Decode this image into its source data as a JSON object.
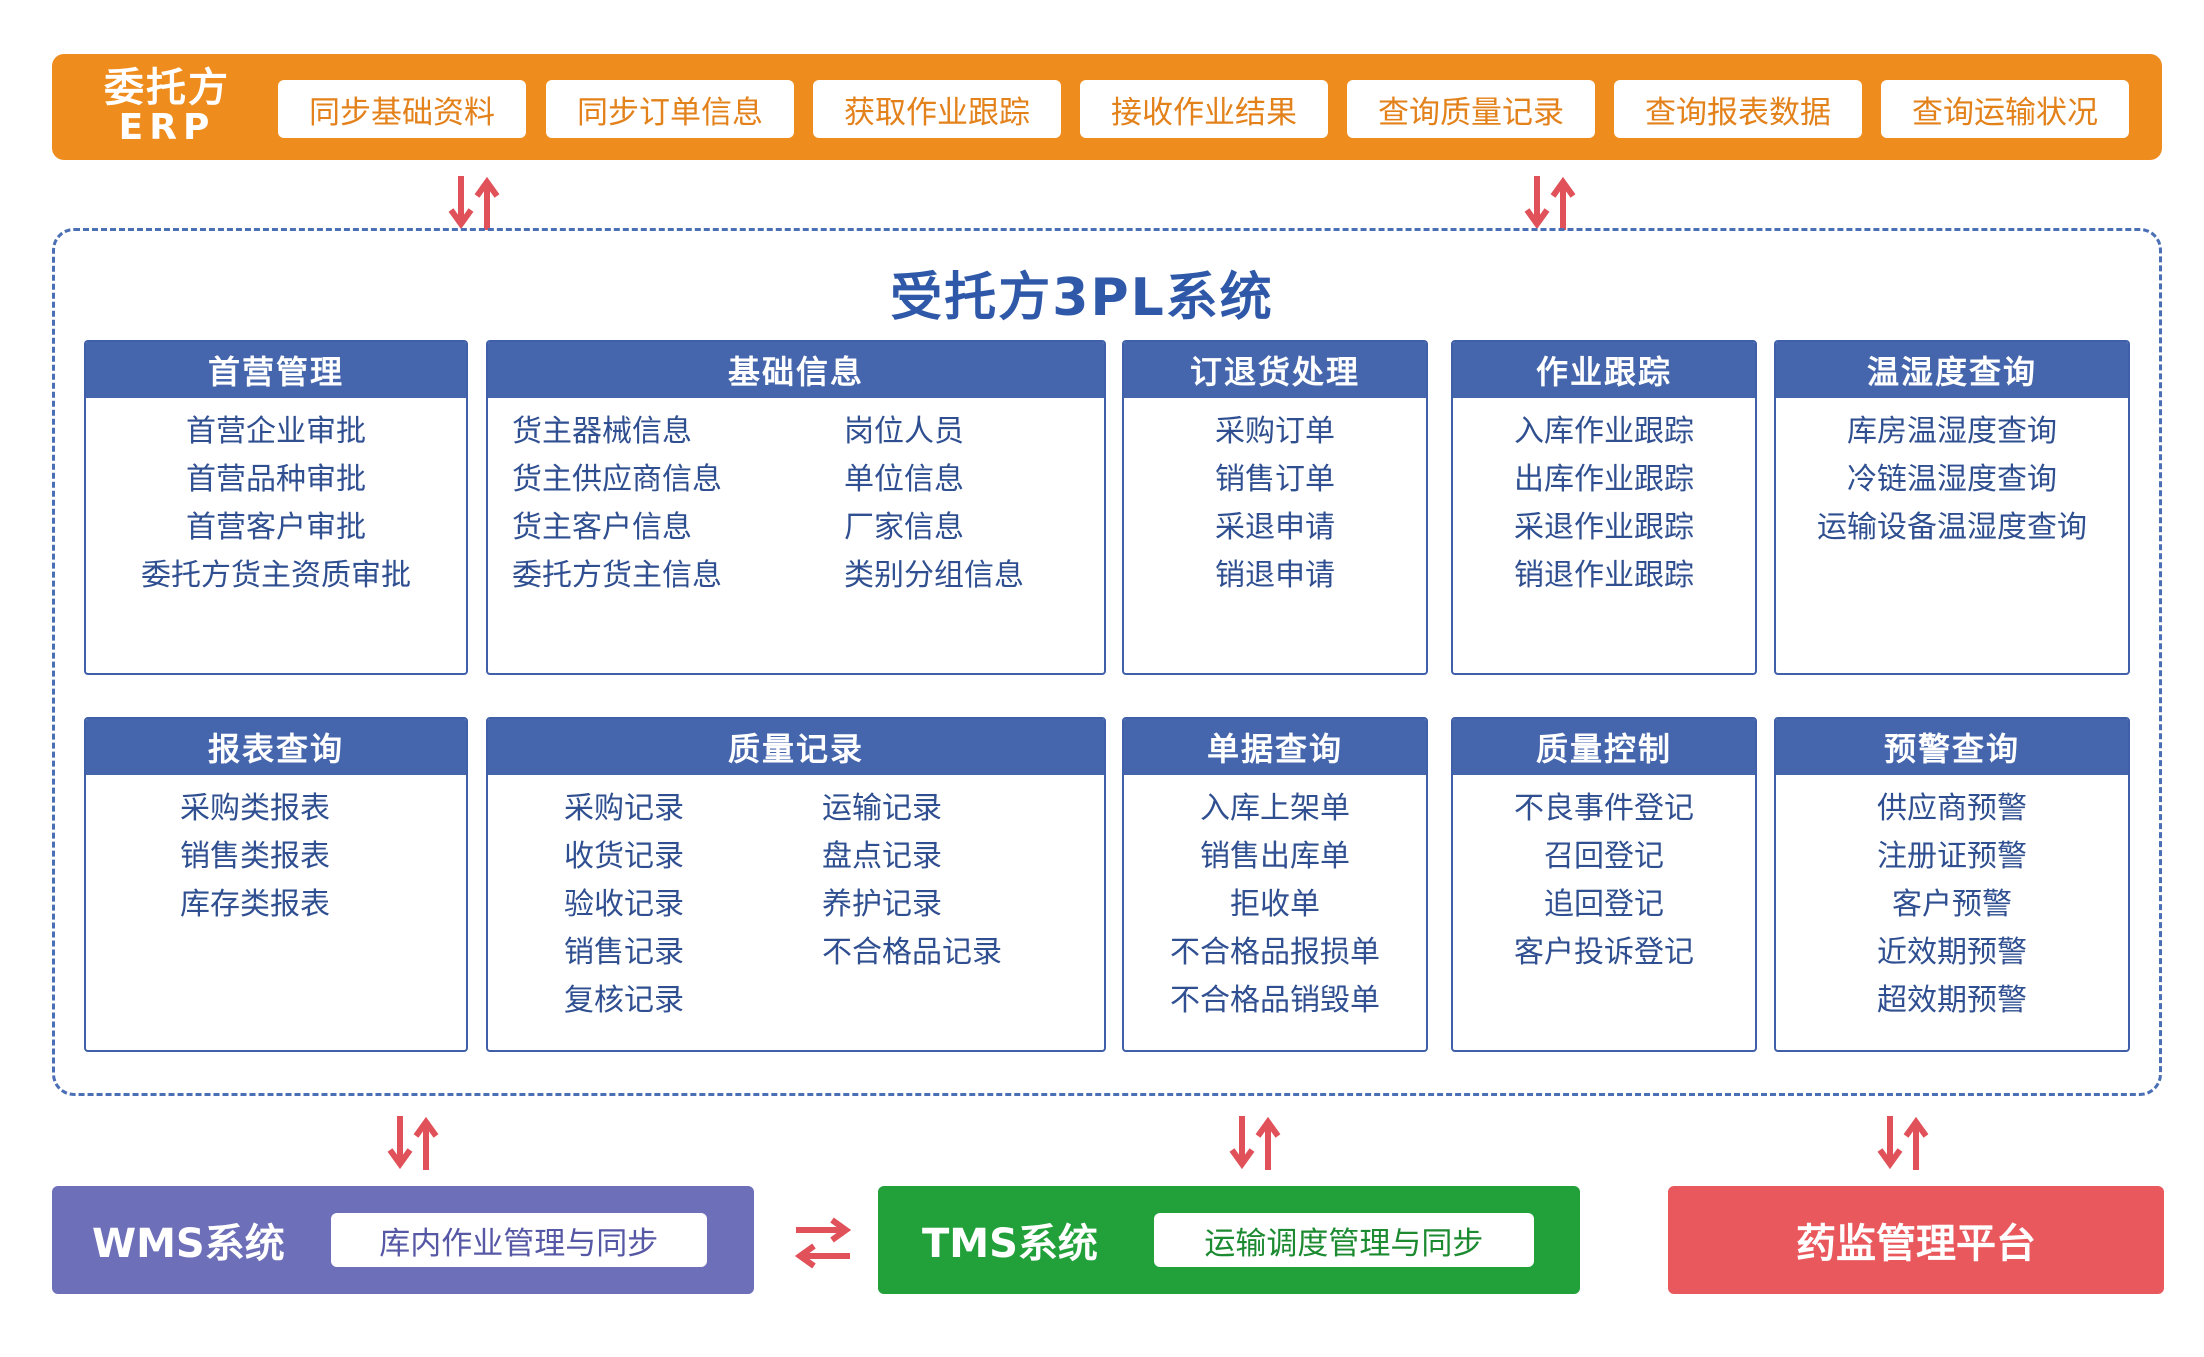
{
  "erp": {
    "label_line1": "委托方",
    "label_line2": "ERP",
    "buttons": [
      "同步基础资料",
      "同步订单信息",
      "获取作业跟踪",
      "接收作业结果",
      "查询质量记录",
      "查询报表数据",
      "查询运输状况"
    ]
  },
  "main": {
    "title": "受托方3PL系统",
    "modules": {
      "shouying": {
        "title": "首营管理",
        "items": [
          "首营企业审批",
          "首营品种审批",
          "首营客户审批",
          "委托方货主资质审批"
        ]
      },
      "jichu": {
        "title": "基础信息",
        "left": [
          "货主器械信息",
          "货主供应商信息",
          "货主客户信息",
          "委托方货主信息"
        ],
        "right": [
          "岗位人员",
          "单位信息",
          "厂家信息",
          "类别分组信息"
        ]
      },
      "dingtui": {
        "title": "订退货处理",
        "items": [
          "采购订单",
          "销售订单",
          "采退申请",
          "销退申请"
        ]
      },
      "zuoye": {
        "title": "作业跟踪",
        "items": [
          "入库作业跟踪",
          "出库作业跟踪",
          "采退作业跟踪",
          "销退作业跟踪"
        ]
      },
      "wenshidu": {
        "title": "温湿度查询",
        "items": [
          "库房温湿度查询",
          "冷链温湿度查询",
          "运输设备温湿度查询"
        ]
      },
      "baobiao": {
        "title": "报表查询",
        "items": [
          "采购类报表",
          "销售类报表",
          "库存类报表"
        ]
      },
      "zhiliang": {
        "title": "质量记录",
        "left": [
          "采购记录",
          "收货记录",
          "验收记录",
          "销售记录",
          "复核记录"
        ],
        "right": [
          "运输记录",
          "盘点记录",
          "养护记录",
          "不合格品记录"
        ]
      },
      "danju": {
        "title": "单据查询",
        "items": [
          "入库上架单",
          "销售出库单",
          "拒收单",
          "不合格品报损单",
          "不合格品销毁单"
        ]
      },
      "kongzhi": {
        "title": "质量控制",
        "items": [
          "不良事件登记",
          "召回登记",
          "追回登记",
          "客户投诉登记"
        ]
      },
      "yujing": {
        "title": "预警查询",
        "items": [
          "供应商预警",
          "注册证预警",
          "客户预警",
          "近效期预警",
          "超效期预警"
        ]
      }
    }
  },
  "systems": {
    "wms": {
      "name": "WMS系统",
      "tag": "库内作业管理与同步",
      "color": "#6d6fb8"
    },
    "tms": {
      "name": "TMS系统",
      "tag": "运输调度管理与同步",
      "color": "#22a03a"
    },
    "yaojian": {
      "name": "药监管理平台",
      "color": "#e9585d"
    }
  },
  "colors": {
    "erp": "#ee8c1e",
    "module_header": "#4566ad",
    "arrow": "#e0515a",
    "frame": "#4a6fb5"
  }
}
